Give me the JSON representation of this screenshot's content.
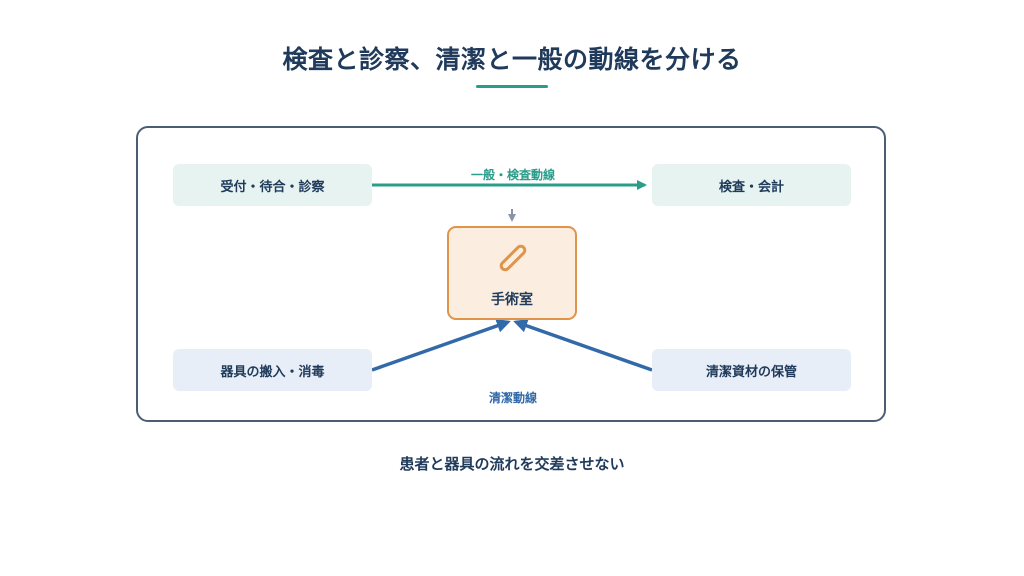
{
  "title": "検査と診察、清潔と一般の動線を分ける",
  "boxes": {
    "reception": "受付・待合・診察",
    "exam_billing": "検査・会計",
    "instruments": "器具の搬入・消毒",
    "clean_storage": "清潔資材の保管",
    "operating_room": "手術室"
  },
  "flows": {
    "general": "一般・検査動線",
    "clean": "清潔動線"
  },
  "caption": "患者と器具の流れを交差させない",
  "colors": {
    "general_flow": "#2a9d8a",
    "clean_flow": "#3269a8",
    "operating_room_accent": "#e0944a",
    "text": "#1f3a5a"
  },
  "icons": {
    "operating_room": "scalpel-icon"
  }
}
